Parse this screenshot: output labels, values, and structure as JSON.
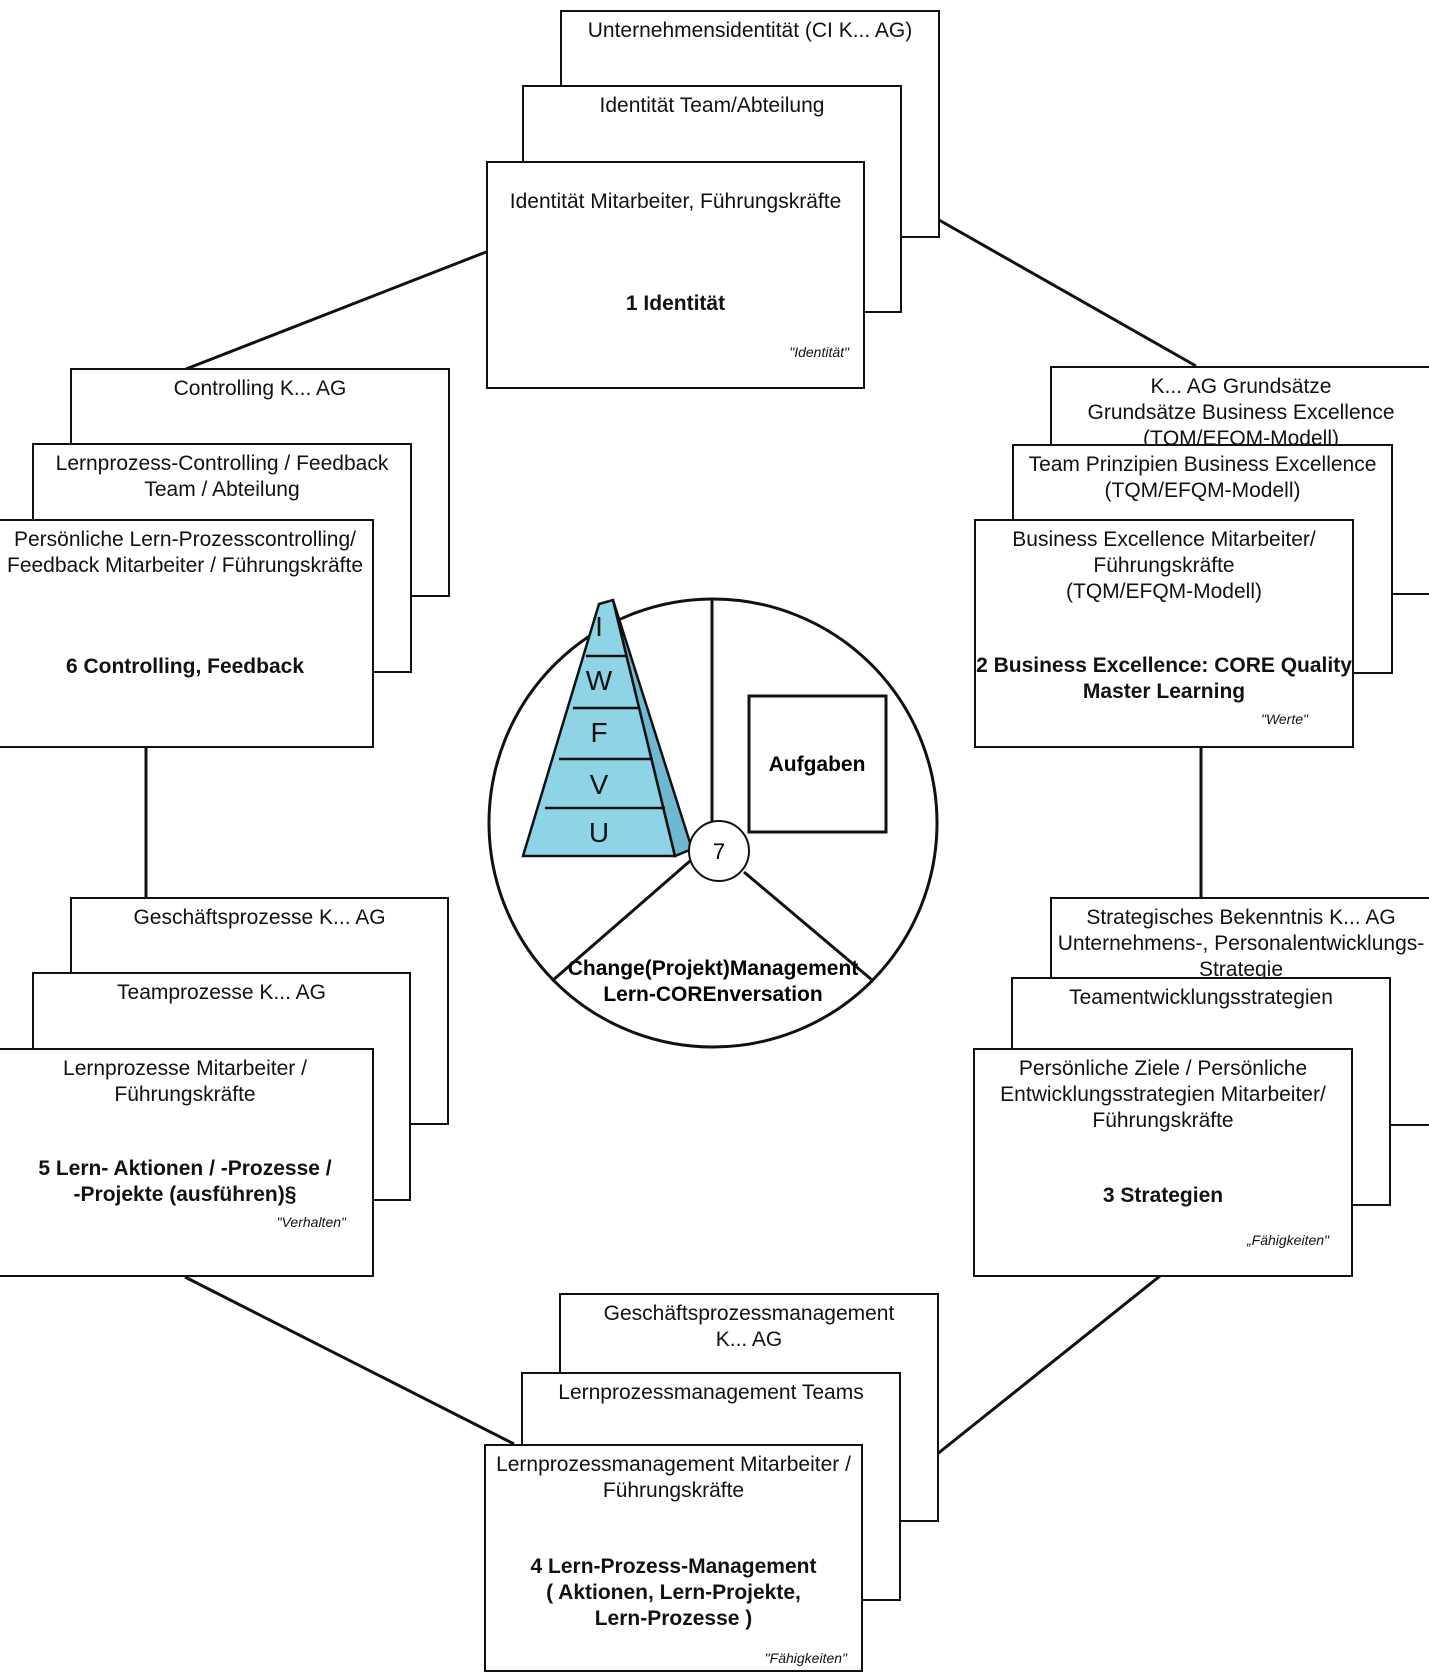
{
  "groups": {
    "identity": {
      "back": "Unternehmensidentität (CI K... AG)",
      "middle": "Identität Team/Abteilung",
      "front_header": "Identität Mitarbeiter, Führungskräfte",
      "front_title": "1 Identität",
      "front_note": "\"Identität\""
    },
    "business_excellence": {
      "back": "K... AG Grundsätze\nGrundsätze Business Excellence\n(TQM/EFQM-Modell)",
      "middle": "Team Prinzipien Business Excellence\n(TQM/EFQM-Modell)",
      "front_header": "Business Excellence Mitarbeiter/\nFührungskräfte\n(TQM/EFQM-Modell)",
      "front_title": "2 Business Excellence: CORE Quality\nMaster Learning",
      "front_note": "\"Werte\""
    },
    "strategies": {
      "back": "Strategisches Bekenntnis K... AG\nUnternehmens-, Personalentwicklungs-\nStrategie",
      "middle": "Teamentwicklungsstrategien",
      "front_header": "Persönliche Ziele / Persönliche\nEntwicklungsstrategien Mitarbeiter/\nFührungskräfte",
      "front_title": "3 Strategien",
      "front_note": "„Fähigkeiten\""
    },
    "learning_process_mgmt": {
      "back": "Geschäftsprozessmanagement\nK... AG",
      "middle": "Lernprozessmanagement Teams",
      "front_header": "Lernprozessmanagement Mitarbeiter /\nFührungskräfte",
      "front_title": "4 Lern-Prozess-Management\n( Aktionen, Lern-Projekte,\nLern-Prozesse )",
      "front_note": "\"Fähigkeiten\""
    },
    "learning_actions": {
      "back": "Geschäftsprozesse K... AG",
      "middle": "Teamprozesse K... AG",
      "front_header": "Lernprozesse Mitarbeiter / Führungskräfte",
      "front_title": "5 Lern- Aktionen / -Prozesse /\n-Projekte (ausführen)§",
      "front_note": "\"Verhalten\""
    },
    "controlling": {
      "back": "Controlling K... AG",
      "middle": "Lernprozess-Controlling / Feedback\nTeam / Abteilung",
      "front_header": "Persönliche Lern-Prozesscontrolling/\nFeedback  Mitarbeiter / Führungskräfte",
      "front_title": "6 Controlling, Feedback",
      "front_note": ""
    }
  },
  "center": {
    "number": "7",
    "tasks_label": "Aufgaben",
    "change_label": "Change(Projekt)Management\nLern-COREnversation",
    "pyramid_letters": [
      "I",
      "W",
      "F",
      "V",
      "U"
    ],
    "pyramid_color": "#8fd3e6"
  }
}
